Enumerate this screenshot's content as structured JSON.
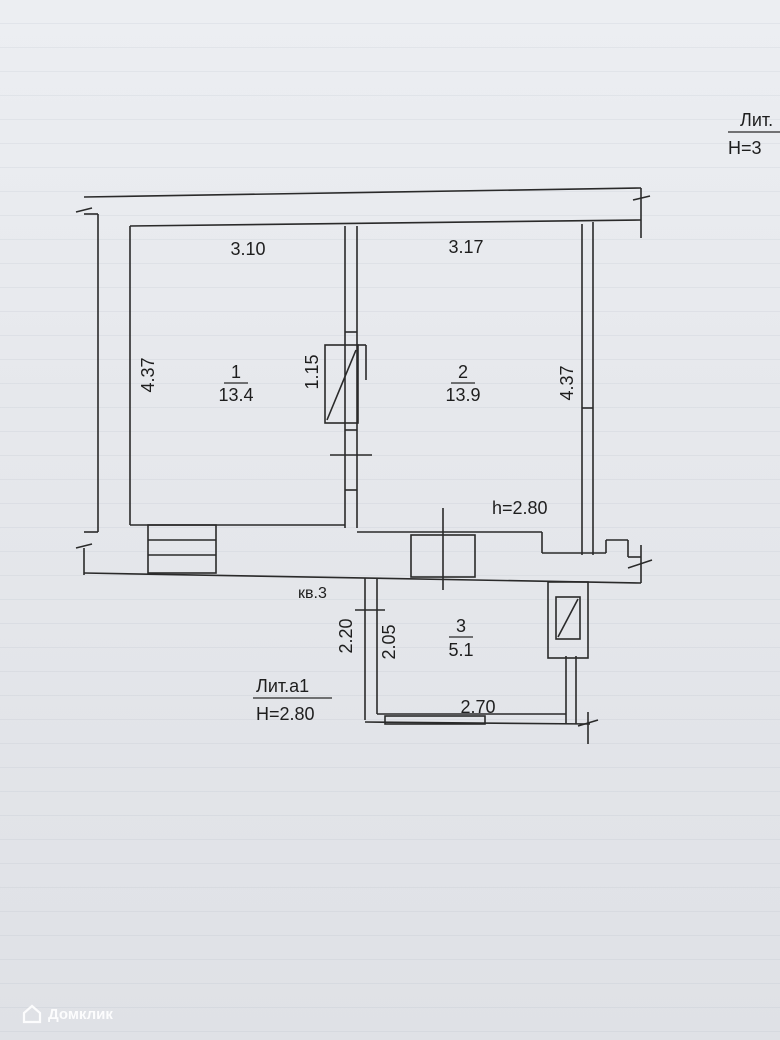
{
  "plan": {
    "litera_top": {
      "line1": "Лит.",
      "line2": "Н=3"
    },
    "rooms": [
      {
        "number": "1",
        "area": "13.4"
      },
      {
        "number": "2",
        "area": "13.9"
      },
      {
        "number": "3",
        "area": "5.1"
      }
    ],
    "dimensions": {
      "room1_width": "3.10",
      "room2_width": "3.17",
      "room1_depth": "4.37",
      "room2_depth": "4.37",
      "door_width": "1.15",
      "room3_outer_depth": "2.20",
      "room3_inner_depth": "2.05",
      "room3_width": "2.70"
    },
    "ceiling_height": "h=2.80",
    "apartment": "кв.3",
    "litera_a1": {
      "line1": "Лит.а1",
      "line2": "Н=2.80"
    }
  },
  "watermark": {
    "text": "Домклик",
    "icon": "home-logo-icon"
  }
}
